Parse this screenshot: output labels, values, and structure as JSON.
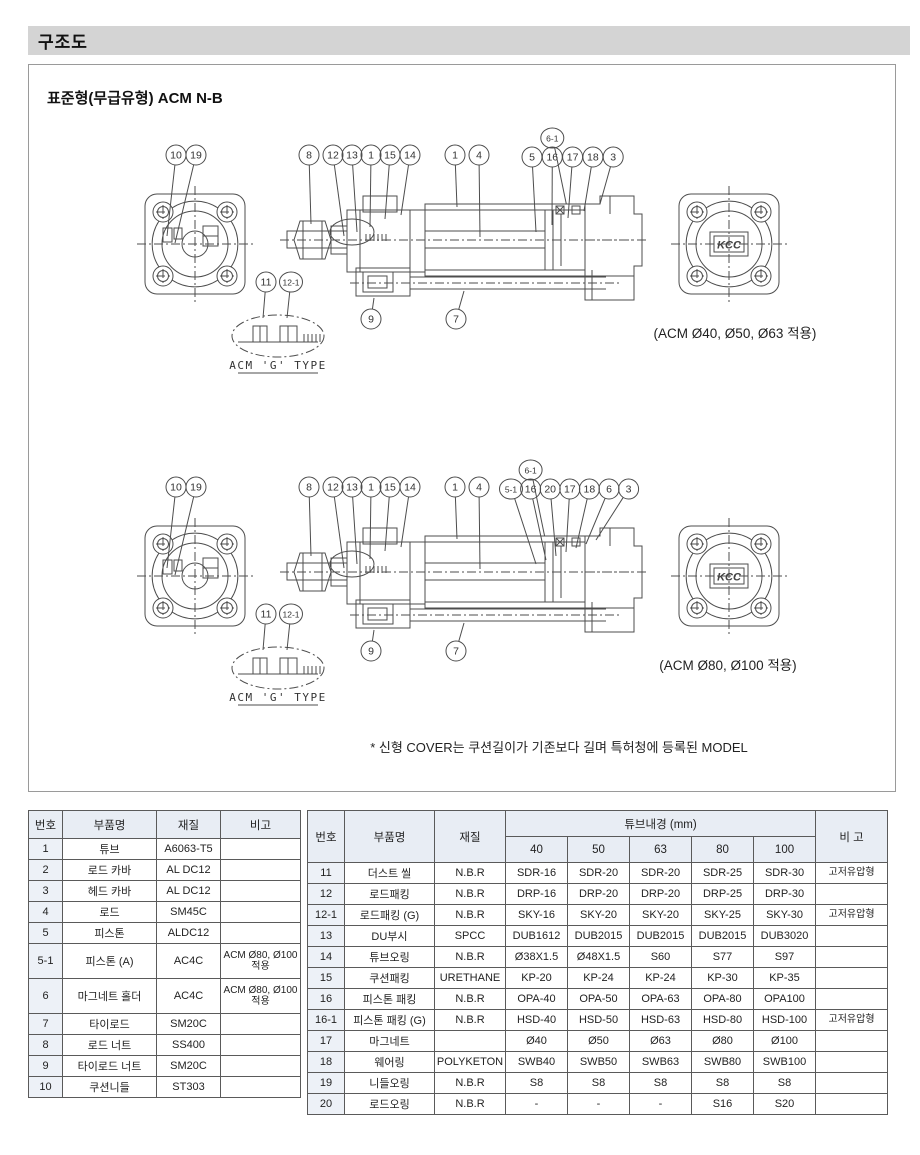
{
  "page": {
    "title": "구조도"
  },
  "diagram_section": {
    "subtitle": "표준형(무급유형) ACM N-B",
    "note": "* 신형 COVER는 쿠션길이가 기존보다 길며 특허청에 등록된 MODEL",
    "detail_label": "ACM 'G' TYPE",
    "logo": "KCC",
    "diagrams": [
      {
        "caption": "(ACM Ø40, Ø50, Ø63 적용)",
        "callouts": {
          "left": [
            "10",
            "19"
          ],
          "mid": [
            "8",
            "12",
            "13",
            "1",
            "15",
            "14"
          ],
          "center": [
            "1",
            "4"
          ],
          "top_right": "6-1",
          "right": [
            "5",
            "16",
            "17",
            "18",
            "3"
          ],
          "detail": [
            "11",
            "12-1"
          ],
          "bottom": [
            "9",
            "7"
          ]
        }
      },
      {
        "caption": "(ACM Ø80, Ø100 적용)",
        "callouts": {
          "left": [
            "10",
            "19"
          ],
          "mid": [
            "8",
            "12",
            "13",
            "1",
            "15",
            "14"
          ],
          "center": [
            "1",
            "4"
          ],
          "top_right": "6-1",
          "right": [
            "5-1",
            "16",
            "20",
            "17",
            "18",
            "6",
            "3"
          ],
          "detail": [
            "11",
            "12-1"
          ],
          "bottom": [
            "9",
            "7"
          ]
        }
      }
    ]
  },
  "left_table": {
    "headers": [
      "번호",
      "부품명",
      "재질",
      "비고"
    ],
    "rows": [
      [
        "1",
        "튜브",
        "A6063-T5",
        ""
      ],
      [
        "2",
        "로드 카바",
        "AL DC12",
        ""
      ],
      [
        "3",
        "헤드 카바",
        "AL DC12",
        ""
      ],
      [
        "4",
        "로드",
        "SM45C",
        ""
      ],
      [
        "5",
        "피스톤",
        "ALDC12",
        ""
      ],
      [
        "5-1",
        "피스톤 (A)",
        "AC4C",
        "ACM Ø80, Ø100적용"
      ],
      [
        "6",
        "마그네트 홀더",
        "AC4C",
        "ACM Ø80, Ø100적용"
      ],
      [
        "7",
        "타이로드",
        "SM20C",
        ""
      ],
      [
        "8",
        "로드 너트",
        "SS400",
        ""
      ],
      [
        "9",
        "타이로드 너트",
        "SM20C",
        ""
      ],
      [
        "10",
        "쿠션니들",
        "ST303",
        ""
      ]
    ]
  },
  "right_table": {
    "header_no": "번호",
    "header_name": "부품명",
    "header_material": "재질",
    "header_bore_group": "튜브내경 (mm)",
    "bores": [
      "40",
      "50",
      "63",
      "80",
      "100"
    ],
    "header_note": "비 고",
    "rows": [
      [
        "11",
        "더스트 씰",
        "N.B.R",
        "SDR-16",
        "SDR-20",
        "SDR-20",
        "SDR-25",
        "SDR-30",
        "고저유압형"
      ],
      [
        "12",
        "로드패킹",
        "N.B.R",
        "DRP-16",
        "DRP-20",
        "DRP-20",
        "DRP-25",
        "DRP-30",
        ""
      ],
      [
        "12-1",
        "로드패킹 (G)",
        "N.B.R",
        "SKY-16",
        "SKY-20",
        "SKY-20",
        "SKY-25",
        "SKY-30",
        "고저유압형"
      ],
      [
        "13",
        "DU부시",
        "SPCC",
        "DUB1612",
        "DUB2015",
        "DUB2015",
        "DUB2015",
        "DUB3020",
        ""
      ],
      [
        "14",
        "튜브오링",
        "N.B.R",
        "Ø38X1.5",
        "Ø48X1.5",
        "S60",
        "S77",
        "S97",
        ""
      ],
      [
        "15",
        "쿠션패킹",
        "URETHANE",
        "KP-20",
        "KP-24",
        "KP-24",
        "KP-30",
        "KP-35",
        ""
      ],
      [
        "16",
        "피스톤 패킹",
        "N.B.R",
        "OPA-40",
        "OPA-50",
        "OPA-63",
        "OPA-80",
        "OPA100",
        ""
      ],
      [
        "16-1",
        "피스톤 패킹 (G)",
        "N.B.R",
        "HSD-40",
        "HSD-50",
        "HSD-63",
        "HSD-80",
        "HSD-100",
        "고저유압형"
      ],
      [
        "17",
        "마그네트",
        "",
        "Ø40",
        "Ø50",
        "Ø63",
        "Ø80",
        "Ø100",
        ""
      ],
      [
        "18",
        "웨어링",
        "POLYKETON",
        "SWB40",
        "SWB50",
        "SWB63",
        "SWB80",
        "SWB100",
        ""
      ],
      [
        "19",
        "니들오링",
        "N.B.R",
        "S8",
        "S8",
        "S8",
        "S8",
        "S8",
        ""
      ],
      [
        "20",
        "로드오링",
        "N.B.R",
        "-",
        "-",
        "-",
        "S16",
        "S20",
        ""
      ]
    ]
  },
  "colors": {
    "title_bar_bg": "#d4d4d4",
    "header_bg": "#e8edf4",
    "number_col_bg": "#edf1f7",
    "line": "#4d4d4d",
    "border": "#5a5a5a"
  }
}
